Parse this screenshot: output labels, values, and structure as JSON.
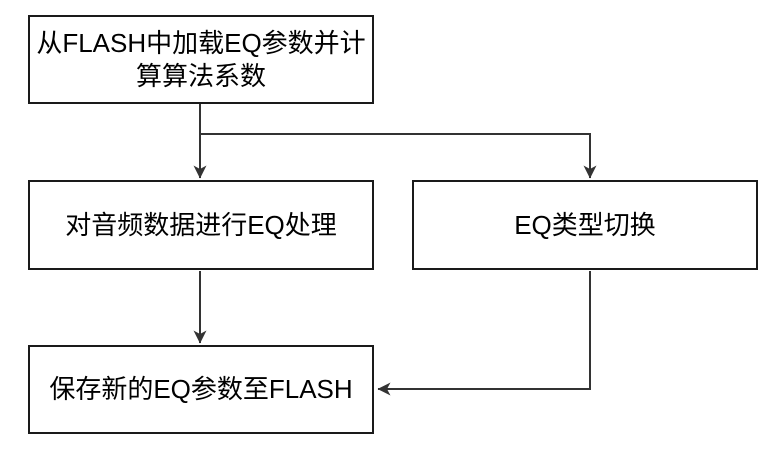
{
  "diagram": {
    "type": "flowchart",
    "background_color": "#ffffff",
    "box_border_color": "#1a1a1a",
    "connector_color": "#333333",
    "text_color": "#000000",
    "nodes": [
      {
        "id": "load",
        "label": "从FLASH中加载EQ参数并计\n算算法系数"
      },
      {
        "id": "process",
        "label": "对音频数据进行EQ处理"
      },
      {
        "id": "switch",
        "label": "EQ类型切换"
      },
      {
        "id": "save",
        "label": "保存新的EQ参数至FLASH"
      }
    ],
    "edges": [
      {
        "from": "load",
        "to": "process",
        "arrow": "down"
      },
      {
        "from": "load",
        "to": "switch",
        "arrow": "down"
      },
      {
        "from": "process",
        "to": "save",
        "arrow": "down"
      },
      {
        "from": "switch",
        "to": "save",
        "arrow": "left-into-right-side"
      }
    ]
  }
}
